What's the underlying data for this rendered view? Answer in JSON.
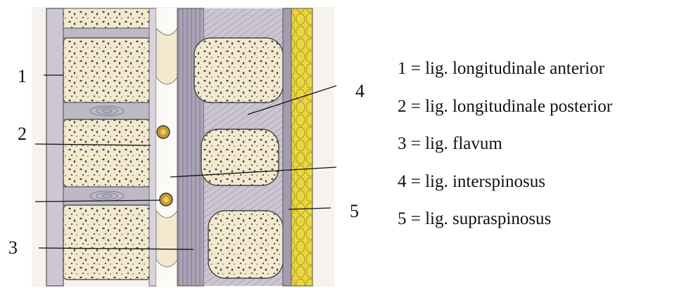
{
  "labels": {
    "n1": "1",
    "n2": "2",
    "n3": "3",
    "n4": "4",
    "n5": "5"
  },
  "legend": [
    "1 = lig. longitudinale anterior",
    "2 = lig. longitudinale posterior",
    "3 = lig. flavum",
    "4 = lig. interspinosus",
    "5 = lig. supraspinosus"
  ],
  "colors": {
    "bone": "#f2e9cf",
    "ligament": "#bcb6c6",
    "fat": "#e8d43c",
    "nerve": "#c69a2e"
  }
}
